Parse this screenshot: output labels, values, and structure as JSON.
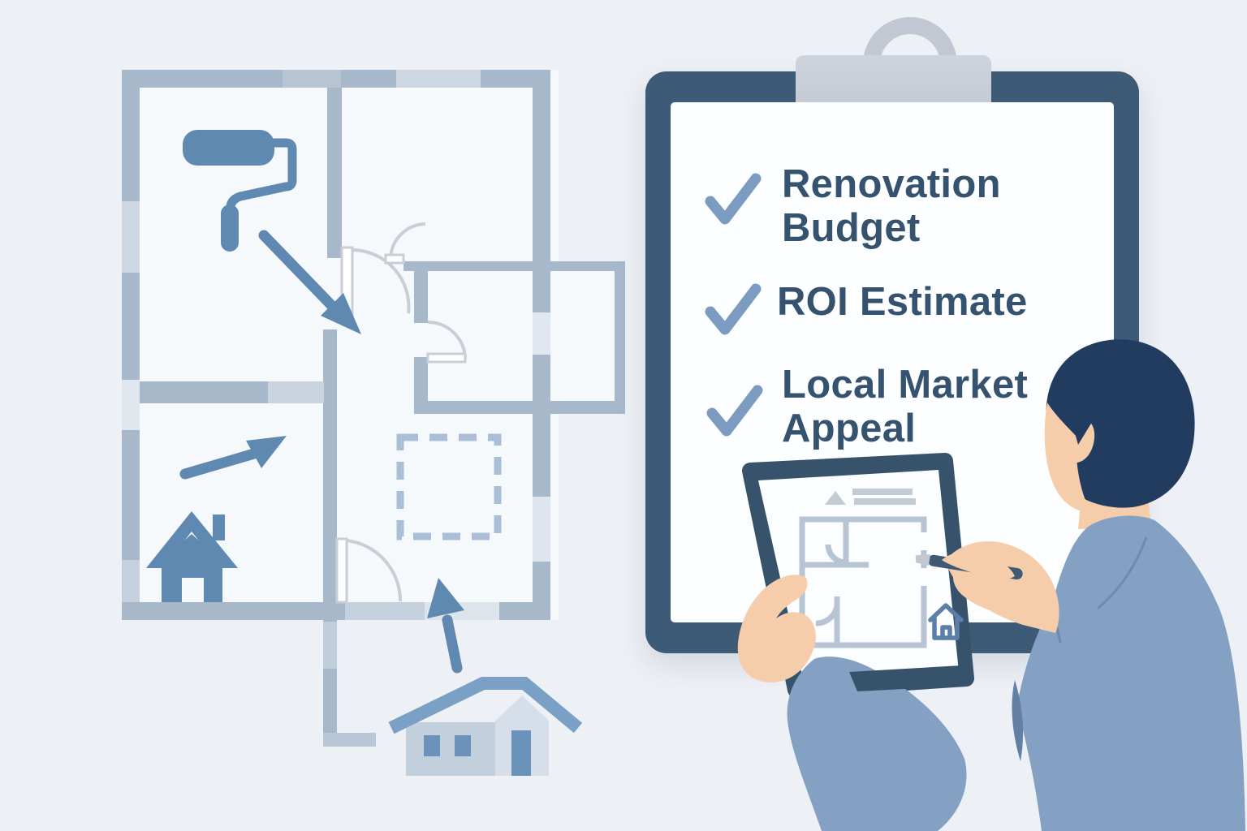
{
  "palette": {
    "background": "#edf0f5",
    "room_fill": "#f6f9fc",
    "wall": "#a7b8cb",
    "accent_blue": "#6089b2",
    "dashed": "#a9bfd7",
    "door_arc": "#c9ced6",
    "clipboard_frame": "#3d5a76",
    "paper": "#fdfeff",
    "clip_metal": "#c2c8d2",
    "check": "#7b9bc0",
    "text": "#35536f",
    "tablet_frame": "#37536c",
    "screen": "#fbfdfe",
    "screen_line": "#c3cbd5",
    "mini_plan": "#b7c4d4",
    "mini_house": "#5b7fa6",
    "skin": "#f6cdaa",
    "hair": "#223c60",
    "jacket": "#84a0c2",
    "jacket_shadow": "#627fa4",
    "pen": "#3f5a72",
    "small_house_roof": "#7ba0c6",
    "small_house_body": "#c2cfdd",
    "small_house_gable": "#d6dfe9",
    "small_house_detail": "#6b92ba"
  },
  "clipboard": {
    "checklist": [
      {
        "icon": "checkmark-icon",
        "label": "Renovation\nBudget"
      },
      {
        "icon": "checkmark-icon",
        "label": "ROI Estimate"
      },
      {
        "icon": "checkmark-icon",
        "label": "Local Market\nAppeal"
      }
    ]
  },
  "floor_plan": {
    "icons": [
      "paint-roller-icon",
      "arrow-down-right-icon",
      "arrow-up-right-icon",
      "home-icon",
      "dashed-extension-square",
      "arrow-up-icon",
      "small-house-icon"
    ]
  },
  "person": {
    "items": [
      "tablet",
      "stylus-pen"
    ]
  }
}
